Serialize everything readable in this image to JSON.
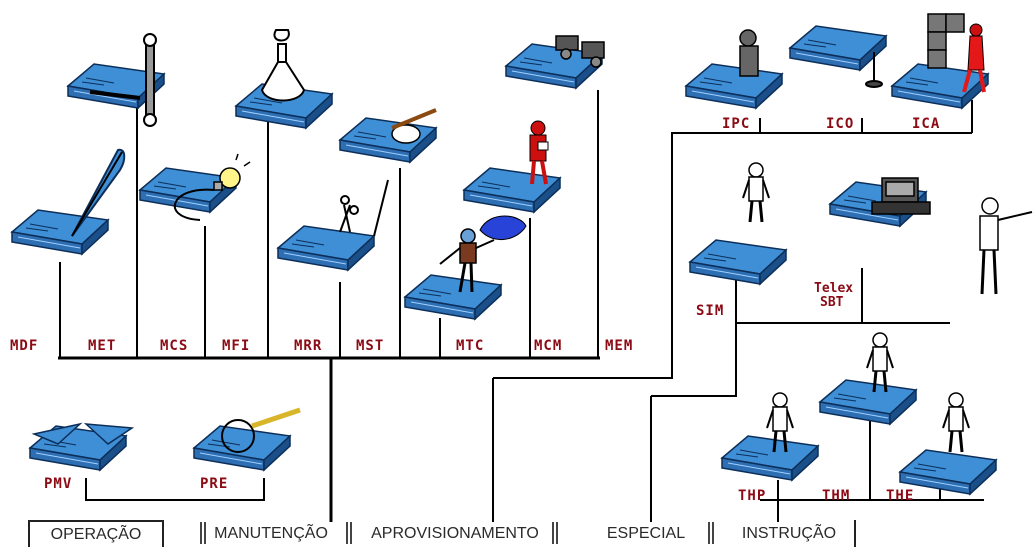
{
  "colors": {
    "manual": "#3f8fd6",
    "manual_dark": "#1a4f8a",
    "line": "#000000",
    "code": "#8b0a14",
    "figure_red": "#cc1010"
  },
  "codes": {
    "mdf": "MDF",
    "met": "MET",
    "mcs": "MCS",
    "mfi": "MFI",
    "mrr": "MRR",
    "mst": "MST",
    "mtc": "MTC",
    "mcm": "MCM",
    "mem": "MEM",
    "ipc": "IPC",
    "ico": "ICO",
    "ica": "ICA",
    "sim": "SIM",
    "telex_line1": "Telex",
    "telex_line2": "SBT",
    "pmv": "PMV",
    "pre": "PRE",
    "thp": "THP",
    "thm": "THM",
    "the": "THE"
  },
  "tabs": [
    {
      "label": "OPERAÇÃO"
    },
    {
      "label": "MANUTENÇÃO"
    },
    {
      "label": "APROVISIONAMENTO"
    },
    {
      "label": "ESPECIAL"
    },
    {
      "label": "INSTRUÇÃO"
    }
  ],
  "icons": {
    "wrench": "wrench-icon",
    "feather": "feather-pen-icon",
    "bulb": "light-bulb-icon",
    "flask": "flask-icon",
    "scissors": "scissors-icon",
    "paint": "paint-brush-icon",
    "worker": "worker-icon",
    "machine": "machine-icon",
    "magnifier": "magnifier-icon",
    "computer": "computer-terminal-icon"
  }
}
